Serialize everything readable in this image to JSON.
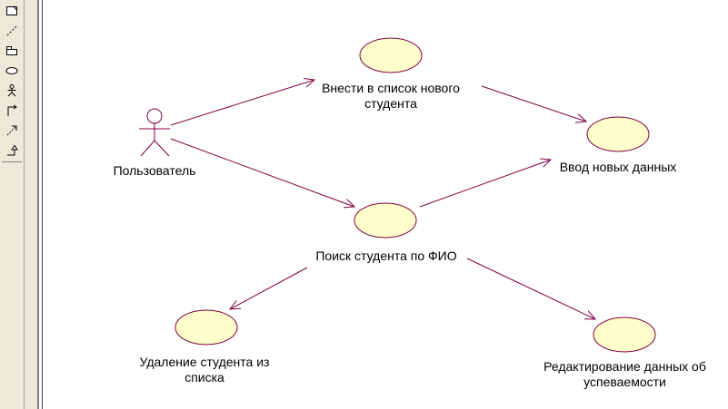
{
  "toolbar": {
    "tools": [
      {
        "icon": "text-box-icon"
      },
      {
        "icon": "anchor-note-icon"
      },
      {
        "icon": "package-icon"
      },
      {
        "icon": "use-case-icon"
      },
      {
        "icon": "actor-icon"
      },
      {
        "icon": "unidirectional-association-icon"
      },
      {
        "icon": "dependency-icon"
      },
      {
        "icon": "generalization-icon"
      }
    ]
  },
  "diagram": {
    "colors": {
      "use_case_fill": "#ffffcc",
      "use_case_stroke": "#800040",
      "line": "#800040"
    },
    "actor": {
      "label": "Пользователь"
    },
    "use_cases": {
      "add_student": [
        "Внести в список нового",
        "студента"
      ],
      "enter_data": "Ввод новых данных",
      "search": "Поиск студента по ФИО",
      "delete": [
        "Удаление студента из",
        "списка"
      ],
      "edit_grades": [
        "Редактирование данных об",
        "успеваемости"
      ]
    }
  }
}
